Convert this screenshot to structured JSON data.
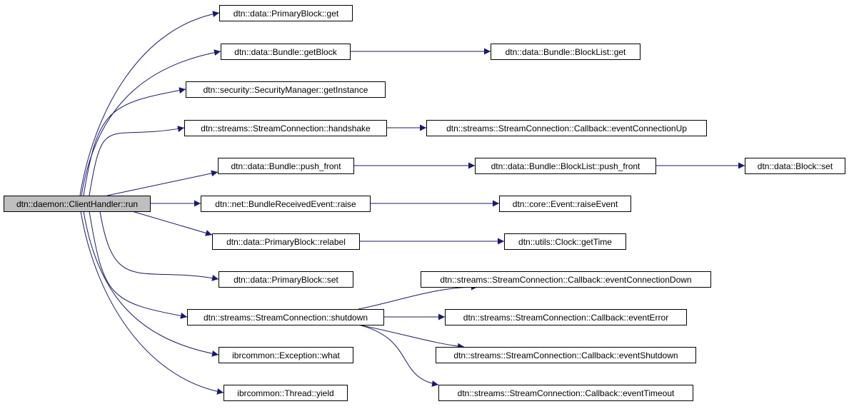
{
  "colors": {
    "edge": "#191970",
    "root_fill": "#bfbfbf",
    "node_fill": "#ffffff",
    "node_stroke": "#000000"
  },
  "nodes": [
    {
      "id": "run",
      "label": "dtn::daemon::ClientHandler::run",
      "root": true
    },
    {
      "id": "pb_get",
      "label": "dtn::data::PrimaryBlock::get"
    },
    {
      "id": "bundle_getblock",
      "label": "dtn::data::Bundle::getBlock"
    },
    {
      "id": "blocklist_get",
      "label": "dtn::data::Bundle::BlockList::get"
    },
    {
      "id": "secmgr",
      "label": "dtn::security::SecurityManager::getInstance"
    },
    {
      "id": "handshake",
      "label": "dtn::streams::StreamConnection::handshake"
    },
    {
      "id": "conn_up",
      "label": "dtn::streams::StreamConnection::Callback::eventConnectionUp"
    },
    {
      "id": "push_front",
      "label": "dtn::data::Bundle::push_front"
    },
    {
      "id": "bl_push_front",
      "label": "dtn::data::Bundle::BlockList::push_front"
    },
    {
      "id": "block_set",
      "label": "dtn::data::Block::set"
    },
    {
      "id": "raise",
      "label": "dtn::net::BundleReceivedEvent::raise"
    },
    {
      "id": "raise_event",
      "label": "dtn::core::Event::raiseEvent"
    },
    {
      "id": "relabel",
      "label": "dtn::data::PrimaryBlock::relabel"
    },
    {
      "id": "get_time",
      "label": "dtn::utils::Clock::getTime"
    },
    {
      "id": "pb_set",
      "label": "dtn::data::PrimaryBlock::set"
    },
    {
      "id": "conn_down",
      "label": "dtn::streams::StreamConnection::Callback::eventConnectionDown"
    },
    {
      "id": "shutdown",
      "label": "dtn::streams::StreamConnection::shutdown"
    },
    {
      "id": "ev_error",
      "label": "dtn::streams::StreamConnection::Callback::eventError"
    },
    {
      "id": "ev_shutdown",
      "label": "dtn::streams::StreamConnection::Callback::eventShutdown"
    },
    {
      "id": "what",
      "label": "ibrcommon::Exception::what"
    },
    {
      "id": "ev_timeout",
      "label": "dtn::streams::StreamConnection::Callback::eventTimeout"
    },
    {
      "id": "yield",
      "label": "ibrcommon::Thread::yield"
    }
  ],
  "edges": [
    {
      "from": "run",
      "to": "pb_get"
    },
    {
      "from": "run",
      "to": "bundle_getblock"
    },
    {
      "from": "run",
      "to": "secmgr"
    },
    {
      "from": "run",
      "to": "handshake"
    },
    {
      "from": "run",
      "to": "push_front"
    },
    {
      "from": "run",
      "to": "raise"
    },
    {
      "from": "run",
      "to": "relabel"
    },
    {
      "from": "run",
      "to": "pb_set"
    },
    {
      "from": "run",
      "to": "shutdown"
    },
    {
      "from": "run",
      "to": "what"
    },
    {
      "from": "run",
      "to": "yield"
    },
    {
      "from": "bundle_getblock",
      "to": "blocklist_get"
    },
    {
      "from": "handshake",
      "to": "conn_up"
    },
    {
      "from": "push_front",
      "to": "bl_push_front"
    },
    {
      "from": "bl_push_front",
      "to": "block_set"
    },
    {
      "from": "raise",
      "to": "raise_event"
    },
    {
      "from": "relabel",
      "to": "get_time"
    },
    {
      "from": "shutdown",
      "to": "conn_down"
    },
    {
      "from": "shutdown",
      "to": "ev_error"
    },
    {
      "from": "shutdown",
      "to": "ev_shutdown"
    },
    {
      "from": "shutdown",
      "to": "ev_timeout"
    }
  ]
}
